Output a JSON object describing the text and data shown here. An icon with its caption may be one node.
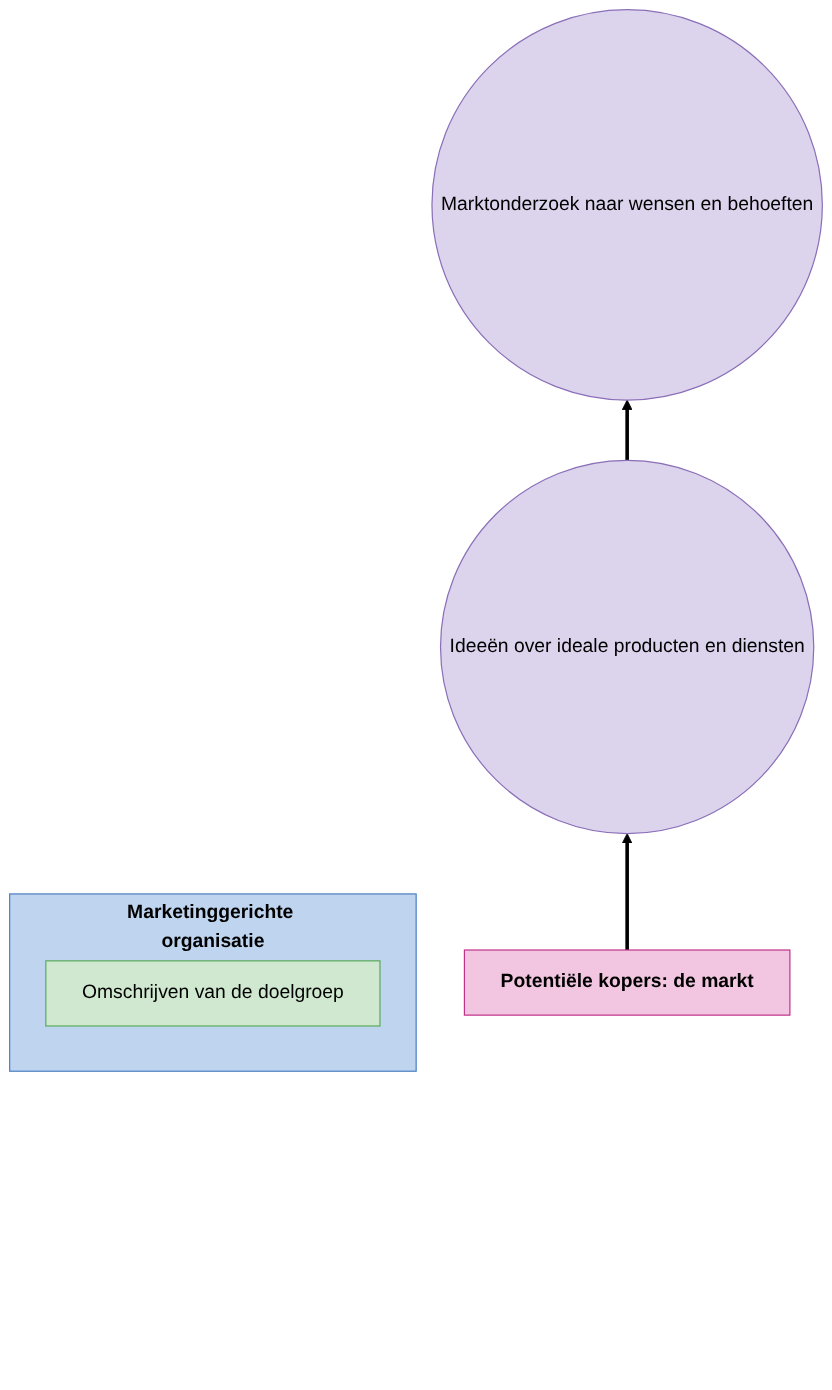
{
  "diagram": {
    "nodes": [
      {
        "text": [
          "Marketinggerichte organisatie"
        ]
      },
      {
        "text": [
          "Omschrijven van de doelgroep"
        ],
        "in": 0
      },
      {
        "text": [
          "Marktonderzoek naar wensen en behoeften"
        ]
      },
      {
        "text": [
          "Ideeën over ideale producten en diensten"
        ]
      },
      {
        "text": [
          "Potentiële kopers: de markt"
        ]
      }
    ],
    "edges": [
      {
        "from": 4,
        "to": 3,
        "arrow": "to"
      },
      {
        "from": 3,
        "to": 2,
        "arrow": "to"
      }
    ]
  }
}
